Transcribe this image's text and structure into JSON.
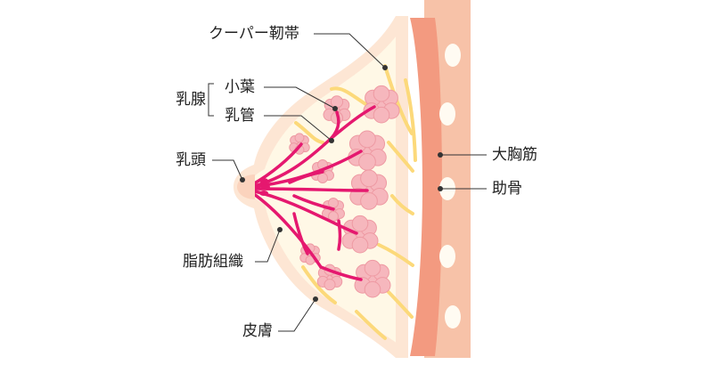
{
  "labels": {
    "cooper": "クーパー靭帯",
    "mammary_gland": "乳腺",
    "lobule": "小葉",
    "duct": "乳管",
    "nipple": "乳頭",
    "fat": "脂肪組織",
    "skin": "皮膚",
    "pectoralis": "大胸筋",
    "rib": "助骨"
  },
  "colors": {
    "muscle": "#f7c2a8",
    "muscle_band": "#f39a80",
    "skin": "#fde6d4",
    "fat": "#fff8e6",
    "ligament": "#fcd97a",
    "duct": "#e5186f",
    "lobule": "#f6b7bd",
    "lobule_edge": "#ee9aa3",
    "rib": "#fffbf2",
    "line": "#333333"
  }
}
